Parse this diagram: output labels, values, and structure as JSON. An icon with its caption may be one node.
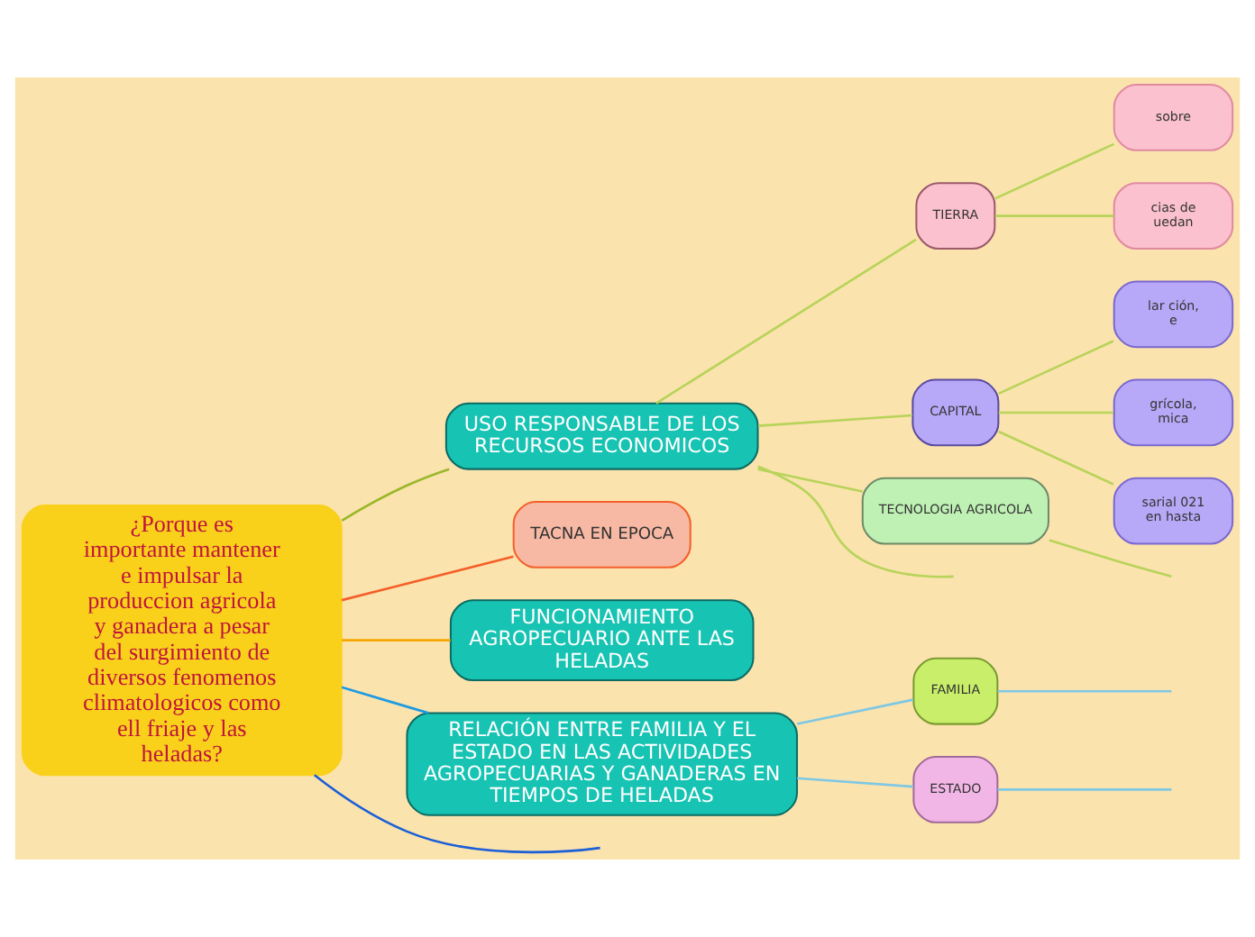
{
  "diagram": {
    "nodes": [
      {
        "text": [
          "¿Porque es importante mantener e impulsar la produccion agricola y ganadera a pesar del surgimiento de diversos fenomenos climatologicos como ell friaje y las heladas?"
        ]
      },
      {
        "text": [
          "USO RESPONSABLE DE LOS RECURSOS ECONOMICOS"
        ]
      },
      {
        "text": [
          "TIERRA"
        ]
      },
      {
        "text": [
          "sobre"
        ]
      },
      {
        "text": [
          "cias de uedan"
        ]
      },
      {
        "text": [
          "CAPITAL"
        ]
      },
      {
        "text": [
          "lar ción, e"
        ]
      },
      {
        "text": [
          "grícola, mica"
        ]
      },
      {
        "text": [
          "sarial 021 en hasta"
        ]
      },
      {
        "text": [
          "TECNOLOGIA AGRICOLA"
        ]
      },
      {
        "text": [
          "TACNA EN EPOCA"
        ]
      },
      {
        "text": [
          "FUNCIONAMIENTO AGROPECUARIO ANTE LAS HELADAS"
        ]
      },
      {
        "text": [
          "RELACIÓN ENTRE FAMILIA Y EL ESTADO EN LAS ACTIVIDADES AGROPECUARIAS Y GANADERAS EN TIEMPOS DE HELADAS"
        ]
      },
      {
        "text": [
          "FAMILIA"
        ]
      },
      {
        "text": [
          "ESTADO"
        ]
      }
    ],
    "edges": [
      {
        "from": 0,
        "to": 1,
        "arrow": "none",
        "color": "#9ab82a"
      },
      {
        "from": 1,
        "to": null,
        "arrow": "none"
      },
      {
        "from": 1,
        "to": 2,
        "arrow": "none"
      },
      {
        "from": 1,
        "to": 5,
        "arrow": "none"
      },
      {
        "from": 1,
        "to": 9,
        "arrow": "none"
      },
      {
        "from": 2,
        "to": 3,
        "arrow": "none"
      },
      {
        "from": 2,
        "to": 4,
        "arrow": "none"
      },
      {
        "from": 5,
        "to": 6,
        "arrow": "none"
      },
      {
        "from": 5,
        "to": 7,
        "arrow": "none"
      },
      {
        "from": 5,
        "to": 8,
        "arrow": "none"
      },
      {
        "from": 9,
        "to": null,
        "arrow": "none"
      },
      {
        "from": 0,
        "to": null,
        "arrow": "none",
        "color": "#1c5fd6"
      },
      {
        "from": 0,
        "to": 10,
        "arrow": "none",
        "color": "#f4602a"
      },
      {
        "from": 0,
        "to": 11,
        "arrow": "none",
        "color": "#f6a800"
      },
      {
        "from": 0,
        "to": 12,
        "arrow": "none",
        "color": "#1e9be0"
      },
      {
        "from": 12,
        "to": 13,
        "arrow": "none",
        "color": "#7ec8e3"
      },
      {
        "from": 12,
        "to": 14,
        "arrow": "none",
        "color": "#7ec8e3"
      },
      {
        "from": 13,
        "to": null,
        "arrow": "none",
        "color": "#7ec8e3"
      },
      {
        "from": 14,
        "to": null,
        "arrow": "none",
        "color": "#7ec8e3"
      }
    ]
  }
}
